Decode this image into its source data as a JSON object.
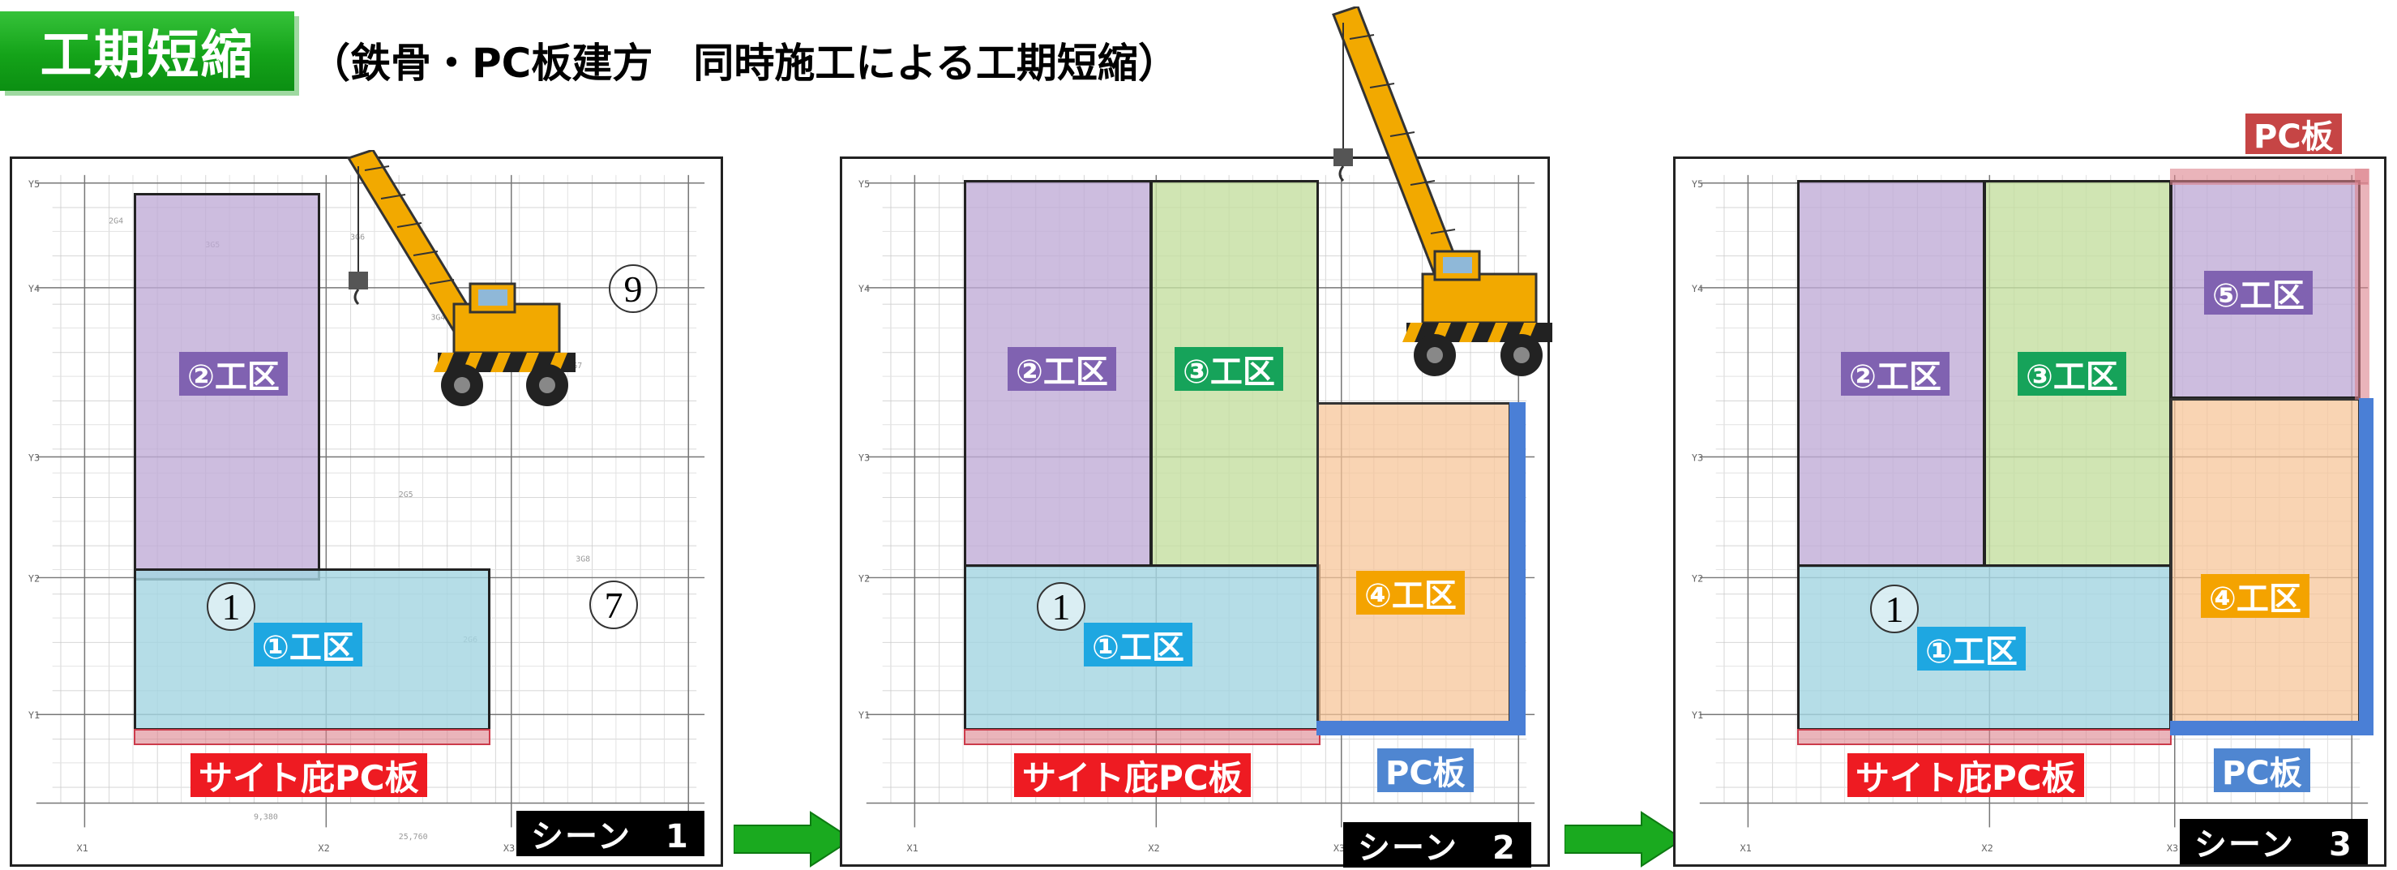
{
  "header": {
    "badge": "工期短縮",
    "subtitle": "（鉄骨・PC板建方　同時施工による工期短縮）"
  },
  "scenes": [
    {
      "tag": "シーン　1",
      "zones": {
        "z2": "②工区",
        "z1": "①工区"
      },
      "numbers": {
        "n9": "9",
        "n7": "7",
        "n1": "1"
      },
      "side_pc": "サイト庇PC板"
    },
    {
      "tag": "シーン　2",
      "zones": {
        "z2": "②工区",
        "z3": "③工区",
        "z1": "①工区",
        "z4": "④工区"
      },
      "numbers": {
        "n1": "1"
      },
      "side_pc": "サイト庇PC板",
      "pc": "PC板"
    },
    {
      "tag": "シーン　3",
      "zones": {
        "z2": "②工区",
        "z3": "③工区",
        "z5": "⑤工区",
        "z1": "①工区",
        "z4": "④工区"
      },
      "numbers": {
        "n1": "1"
      },
      "side_pc": "サイト庇PC板",
      "pc": "PC板",
      "pc_top": "PC板"
    }
  ],
  "colors": {
    "zone1": "#a5d5e2",
    "zone2": "#bfabd6",
    "zone3": "#c4dea0",
    "zone4": "#f7c496",
    "zone5": "#bfabd6",
    "pc_red": "#ee1b22",
    "pc_blue": "#4a7fd6",
    "arrow_green": "#1aaa1f",
    "crane_yellow": "#f2a900"
  },
  "icons": [
    "crane-icon",
    "right-arrow-icon"
  ]
}
